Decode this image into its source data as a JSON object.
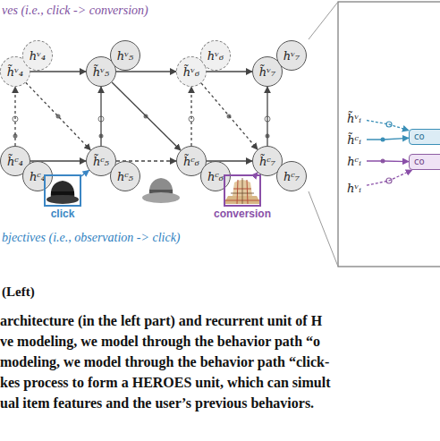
{
  "diagram": {
    "nodes": [
      {
        "text": [
          "h̃ᵛ₄"
        ]
      },
      {
        "text": [
          "hᵛ₄"
        ]
      },
      {
        "text": [
          "h̃ᵛ₅"
        ]
      },
      {
        "text": [
          "hᵛ₅"
        ]
      },
      {
        "text": [
          "h̃ᵛ₆"
        ]
      },
      {
        "text": [
          "hᵛ₆"
        ]
      },
      {
        "text": [
          "h̃ᵛ₇"
        ]
      },
      {
        "text": [
          "hᵛ₇"
        ]
      },
      {
        "text": [
          "h̃ᶜ₄"
        ]
      },
      {
        "text": [
          "hᶜ₄"
        ]
      },
      {
        "text": [
          "h̃ᶜ₅"
        ]
      },
      {
        "text": [
          "hᶜ₅"
        ]
      },
      {
        "text": [
          "h̃ᶜ₆"
        ]
      },
      {
        "text": [
          "hᶜ₆"
        ]
      },
      {
        "text": [
          "h̃ᶜ₇"
        ]
      },
      {
        "text": [
          "hᶜ₇"
        ]
      },
      {
        "text": [
          "click"
        ]
      },
      {
        "text": [
          "conversion"
        ]
      },
      {
        "text": [
          "h̃ᵛᵢ"
        ]
      },
      {
        "text": [
          "h̃ᶜᵢ"
        ]
      },
      {
        "text": [
          "hᶜᵢ"
        ]
      },
      {
        "text": [
          "hᵛᵢ"
        ]
      },
      {
        "text": [
          "co"
        ]
      },
      {
        "text": [
          "co"
        ]
      }
    ],
    "edges": [
      {
        "from": 0,
        "to": 2,
        "arrow": "to"
      },
      {
        "from": 2,
        "to": 4,
        "arrow": "to"
      },
      {
        "from": 4,
        "to": 6,
        "arrow": "to"
      },
      {
        "from": 8,
        "to": 10,
        "arrow": "to"
      },
      {
        "from": 10,
        "to": 12,
        "arrow": "to"
      },
      {
        "from": 12,
        "to": 14,
        "arrow": "to"
      },
      {
        "from": 8,
        "to": 0,
        "arrow": "to"
      },
      {
        "from": 10,
        "to": 2,
        "arrow": "to"
      },
      {
        "from": 12,
        "to": 4,
        "arrow": "to"
      },
      {
        "from": 14,
        "to": 6,
        "arrow": "to"
      },
      {
        "from": 0,
        "to": 10,
        "arrow": "to"
      },
      {
        "from": 2,
        "to": 12,
        "arrow": "to"
      },
      {
        "from": 4,
        "to": 14,
        "arrow": "to"
      },
      {
        "from": 16,
        "to": 10,
        "arrow": "to"
      },
      {
        "from": 17,
        "to": 14,
        "arrow": "to"
      },
      {
        "from": 18,
        "to": 22,
        "arrow": "to"
      },
      {
        "from": 19,
        "to": 22,
        "arrow": "to"
      },
      {
        "from": 20,
        "to": 23,
        "arrow": "to"
      },
      {
        "from": 21,
        "to": 23,
        "arrow": "to"
      }
    ],
    "labels": [
      "ves (i.e., click -> conversion)",
      "bjectives (i.e., observation -> click)",
      "(Left)",
      "architecture (in the left part) and recurrent unit of H",
      "ve modeling, we model through the behavior path “o",
      "modeling, we model through the behavior path “click-",
      "kes process to form a HEROES unit, which can simult",
      "ual item features and the user’s previous behaviors."
    ]
  }
}
